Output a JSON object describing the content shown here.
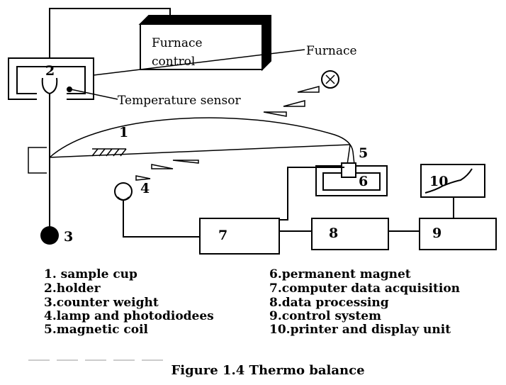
{
  "labels": {
    "furnace_control_line1": "Furnace",
    "furnace_control_line2": "control",
    "furnace": "Furnace",
    "temperature_sensor": "Temperature sensor"
  },
  "numbers": {
    "n1": "1",
    "n2": "2",
    "n3": "3",
    "n4": "4",
    "n5": "5",
    "n6": "6",
    "n7": "7",
    "n8": "8",
    "n9": "9",
    "n10": "10"
  },
  "legend": {
    "left": [
      "1. sample cup",
      "2.holder",
      "3.counter weight",
      "4.lamp and photodiodees",
      "5.magnetic coil"
    ],
    "right": [
      "6.permanent magnet",
      "7.computer data acquisition",
      "8.data processing",
      "9.control system",
      "10.printer and display unit"
    ]
  },
  "caption": "Figure 1.4 Thermo balance"
}
